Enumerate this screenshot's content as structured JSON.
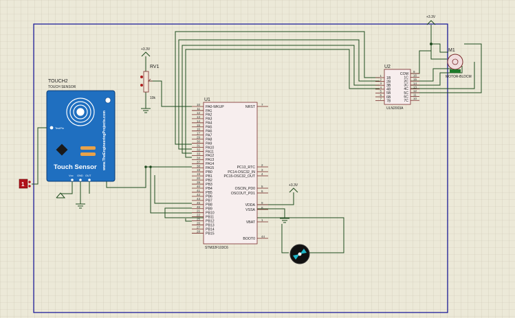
{
  "power_labels": {
    "rv1_top": "+3.3V",
    "motor_top": "+3.3V",
    "vdda_top": "+3.3V"
  },
  "touch_sensor": {
    "ref": "TOUCH2",
    "type": "TOUCH SENSOR",
    "url_text": "www.TheEngineeringProjects.com",
    "title": "Touch Sensor",
    "testpin": "TestPin",
    "pins": [
      "Vcc",
      "GND",
      "OUT"
    ]
  },
  "logic_probe": {
    "value": "1"
  },
  "rv1": {
    "ref": "RV1",
    "value": "10k"
  },
  "u1": {
    "ref": "U1",
    "part": "STM32F103C6",
    "left_pins": [
      {
        "num": "10",
        "name": "PA0-WKUP"
      },
      {
        "num": "11",
        "name": "PA1"
      },
      {
        "num": "12",
        "name": "PA2"
      },
      {
        "num": "13",
        "name": "PA3"
      },
      {
        "num": "14",
        "name": "PA4"
      },
      {
        "num": "15",
        "name": "PA5"
      },
      {
        "num": "16",
        "name": "PA6"
      },
      {
        "num": "17",
        "name": "PA7"
      },
      {
        "num": "29",
        "name": "PA8"
      },
      {
        "num": "30",
        "name": "PA9"
      },
      {
        "num": "31",
        "name": "PA10"
      },
      {
        "num": "32",
        "name": "PA11"
      },
      {
        "num": "33",
        "name": "PA12"
      },
      {
        "num": "34",
        "name": "PA13"
      },
      {
        "num": "37",
        "name": "PA14"
      },
      {
        "num": "38",
        "name": "PA15"
      },
      {
        "num": "18",
        "name": "PB0"
      },
      {
        "num": "19",
        "name": "PB1"
      },
      {
        "num": "20",
        "name": "PB2"
      },
      {
        "num": "39",
        "name": "PB3"
      },
      {
        "num": "40",
        "name": "PB4"
      },
      {
        "num": "41",
        "name": "PB5"
      },
      {
        "num": "42",
        "name": "PB6"
      },
      {
        "num": "43",
        "name": "PB7"
      },
      {
        "num": "45",
        "name": "PB8"
      },
      {
        "num": "46",
        "name": "PB9"
      },
      {
        "num": "21",
        "name": "PB10"
      },
      {
        "num": "22",
        "name": "PB11"
      },
      {
        "num": "25",
        "name": "PB12"
      },
      {
        "num": "26",
        "name": "PB13"
      },
      {
        "num": "27",
        "name": "PB14"
      },
      {
        "num": "28",
        "name": "PB15"
      }
    ],
    "right_pins": [
      {
        "num": "7",
        "name": "NRST"
      },
      {
        "num": "2",
        "name": "PC13_RTC"
      },
      {
        "num": "3",
        "name": "PC14-OSC32_IN"
      },
      {
        "num": "4",
        "name": "PC15-OSC32_OUT"
      },
      {
        "num": "5",
        "name": "OSCIN_PD0"
      },
      {
        "num": "6",
        "name": "OSCOUT_PD1"
      },
      {
        "num": "9",
        "name": "VDDA"
      },
      {
        "num": "8",
        "name": "VSSA"
      },
      {
        "num": "1",
        "name": "VBAT"
      },
      {
        "num": "44",
        "name": "BOOT0"
      }
    ]
  },
  "u2": {
    "ref": "U2",
    "part": "ULN2003A",
    "left_pins": [
      {
        "num": "1",
        "name": "1B"
      },
      {
        "num": "2",
        "name": "2B"
      },
      {
        "num": "3",
        "name": "3B"
      },
      {
        "num": "4",
        "name": "4B"
      },
      {
        "num": "5",
        "name": "5B"
      },
      {
        "num": "6",
        "name": "6B"
      },
      {
        "num": "7",
        "name": "7B"
      }
    ],
    "right_pins": [
      {
        "num": "9",
        "name": "COM"
      },
      {
        "num": "16",
        "name": "1C"
      },
      {
        "num": "15",
        "name": "2C"
      },
      {
        "num": "14",
        "name": "3C"
      },
      {
        "num": "13",
        "name": "4C"
      },
      {
        "num": "12",
        "name": "5C"
      },
      {
        "num": "11",
        "name": "6C"
      },
      {
        "num": "10",
        "name": "7C"
      }
    ]
  },
  "m1": {
    "ref": "M1",
    "part": "MOTOR-BLDCM"
  }
}
